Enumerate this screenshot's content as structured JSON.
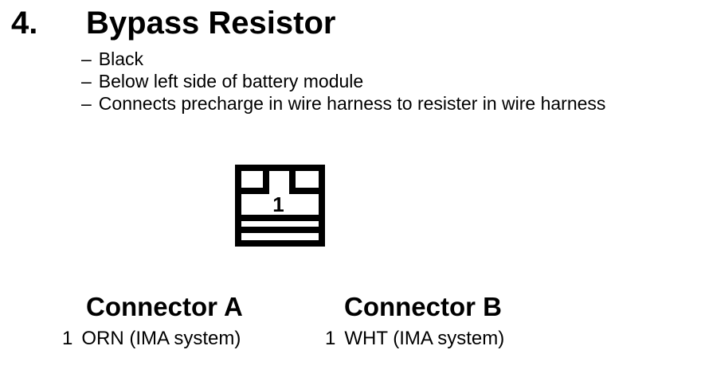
{
  "page": {
    "item_number": "4.",
    "title": "Bypass Resistor",
    "bullet_dash": "–",
    "bullets": [
      "Black",
      "Below left side of battery module",
      "Connects precharge in wire harness to resister in wire harness"
    ],
    "diagram": {
      "cavity_label": "1"
    },
    "connectors": [
      {
        "heading": "Connector A",
        "pins": [
          {
            "number": "1",
            "wire": "ORN (IMA system)"
          }
        ]
      },
      {
        "heading": "Connector B",
        "pins": [
          {
            "number": "1",
            "wire": "WHT (IMA system)"
          }
        ]
      }
    ],
    "colors": {
      "text": "#000000",
      "background": "#ffffff"
    }
  }
}
